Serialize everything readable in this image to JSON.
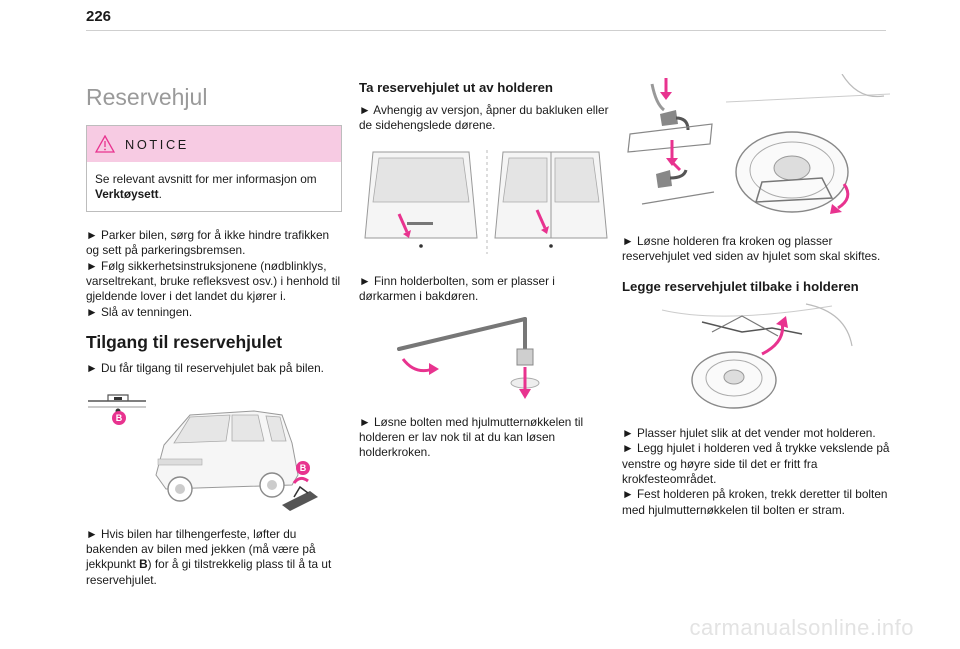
{
  "page_number": "226",
  "col1": {
    "title": "Reservehjul",
    "notice": {
      "label": "NOTICE",
      "text": "Se relevant avsnitt for mer informasjon om ",
      "bold": "Verktøysett",
      "end": "."
    },
    "bullets_a": [
      "► Parker bilen, sørg for å ikke hindre trafikken og sett på parkeringsbremsen.",
      "► Følg sikkerhetsinstruksjonene (nødblinklys, varseltrekant, bruke refleksvest osv.) i henhold til gjeldende lover i det landet du kjører i.",
      "► Slå av tenningen."
    ],
    "h2": "Tilgang til reservehjulet",
    "bullet_b": "► Du får tilgang til reservehjulet bak på bilen.",
    "callout": "B",
    "bullet_c_pre": "► Hvis bilen har tilhengerfeste, løfter du bakenden av bilen med jekken (må være på jekkpunkt ",
    "bullet_c_bold": "B",
    "bullet_c_post": ") for å gi tilstrekkelig plass til å ta ut reservehjulet."
  },
  "col2": {
    "h3": "Ta reservehjulet ut av holderen",
    "b1": "► Avhengig av versjon, åpner du bakluken eller de sidehengslede dørene.",
    "b2": "► Finn holderbolten, som er plasser i dørkarmen i bakdøren.",
    "b3": "► Løsne bolten med hjulmutternøkkelen til holderen er lav nok til at du kan løsen holderkroken."
  },
  "col3": {
    "b1": "► Løsne holderen fra kroken og plasser reservehjulet ved siden av hjulet som skal skiftes.",
    "h3": "Legge reservehjulet tilbake i holderen",
    "b2": [
      "► Plasser hjulet slik at det vender mot holderen.",
      "► Legg hjulet i holderen ved å trykke vekslende på venstre og høyre side til det er fritt fra krokfesteområdet.",
      "► Fest holderen på kroken, trekk deretter til bolten med hjulmutternøkkelen til bolten er stram."
    ]
  },
  "watermark": "carmanualsonline.info",
  "colors": {
    "accent": "#e8338f",
    "notice_bg": "#f7cbe3",
    "heading_grey": "#9a9a9a"
  }
}
